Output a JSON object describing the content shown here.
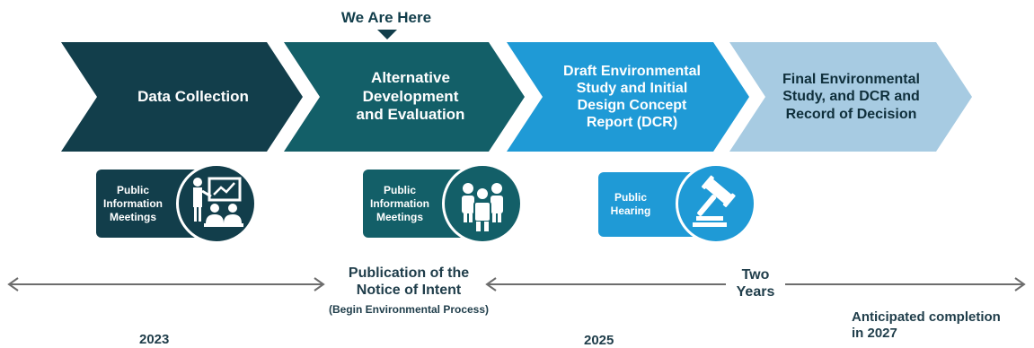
{
  "marker": {
    "label": "We Are Here"
  },
  "phases": [
    {
      "label": "Data Collection",
      "color": "#123e4b"
    },
    {
      "label": "Alternative\nDevelopment\nand Evaluation",
      "color": "#135f68"
    },
    {
      "label": "Draft Environmental\nStudy and Initial\nDesign Concept\nReport (DCR)",
      "color": "#1f9ad6"
    },
    {
      "label": "Final Environmental\nStudy, and DCR and\nRecord of Decision",
      "color": "#a7cbe2"
    }
  ],
  "events": [
    {
      "label": "Public\nInformation\nMeetings",
      "icon": "presentation-icon",
      "color": "#123e4b"
    },
    {
      "label": "Public\nInformation\nMeetings",
      "icon": "people-group-icon",
      "color": "#135f68"
    },
    {
      "label": "Public\nHearing",
      "icon": "gavel-icon",
      "color": "#1f9ad6"
    }
  ],
  "timeline": {
    "milestone": "Publication of the\nNotice of Intent",
    "milestone_note": "(Begin Environmental Process)",
    "duration": "Two\nYears",
    "completion": "Anticipated completion\nin 2027",
    "years": [
      "2023",
      "2025"
    ]
  }
}
